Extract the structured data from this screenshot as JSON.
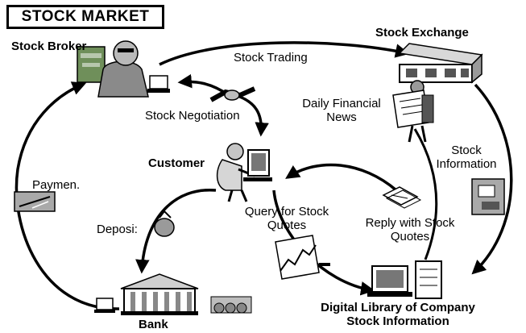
{
  "title": "STOCK MARKET",
  "nodes": {
    "stock_broker": "Stock Broker",
    "stock_exchange": "Stock Exchange",
    "customer": "Customer",
    "bank": "Bank",
    "digital_library_line1": "Digital Library of Company",
    "digital_library_line2": "Stock Information"
  },
  "edges": {
    "stock_trading": "Stock Trading",
    "stock_negotiation": "Stock Negotiation",
    "daily_news_line1": "Daily Financial",
    "daily_news_line2": "News",
    "stock_info_line1": "Stock",
    "stock_info_line2": "Information",
    "payment": "Paymen.",
    "deposit": "Deposi:",
    "query_line1": "Query for Stock",
    "query_line2": "Quotes",
    "reply_line1": "Reply with Stock",
    "reply_line2": "Quotes"
  },
  "colors": {
    "ink": "#000000",
    "background": "#ffffff",
    "shade": "#9a9a9a"
  },
  "icons": [
    "broker-icon",
    "exchange-building-icon",
    "newspaper-reader-icon",
    "customer-computer-icon",
    "bank-building-icon",
    "library-computer-icon",
    "handshake-icon",
    "money-bag-icon",
    "payment-check-icon",
    "floppy-disk-icon",
    "stock-chart-icon",
    "paper-stack-icon"
  ]
}
